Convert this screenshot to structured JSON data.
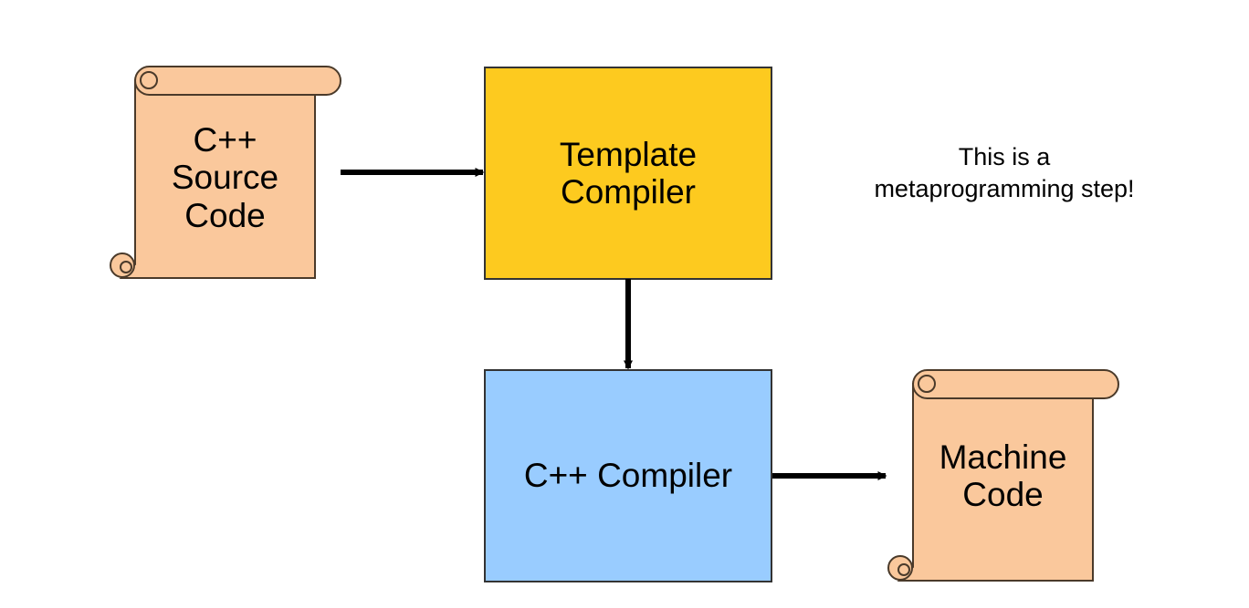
{
  "colors": {
    "scroll_fill": "#fac89c",
    "scroll_stroke": "#4a3a2a",
    "template_compiler_fill": "#fdca1f",
    "cpp_compiler_fill": "#99ccff",
    "box_stroke": "#333333",
    "arrow": "#000000"
  },
  "nodes": {
    "source_code": {
      "shape": "scroll",
      "lines": [
        "C++",
        "Source",
        "Code"
      ]
    },
    "template_compiler": {
      "shape": "rectangle",
      "lines": [
        "Template",
        "Compiler"
      ]
    },
    "cpp_compiler": {
      "shape": "rectangle",
      "lines": [
        "C++ Compiler"
      ]
    },
    "machine_code": {
      "shape": "scroll",
      "lines": [
        "Machine",
        "Code"
      ]
    }
  },
  "edges": [
    {
      "from": "source_code",
      "to": "template_compiler"
    },
    {
      "from": "template_compiler",
      "to": "cpp_compiler"
    },
    {
      "from": "cpp_compiler",
      "to": "machine_code"
    }
  ],
  "annotation": {
    "lines": [
      "This is a",
      "metaprogramming step!"
    ]
  }
}
